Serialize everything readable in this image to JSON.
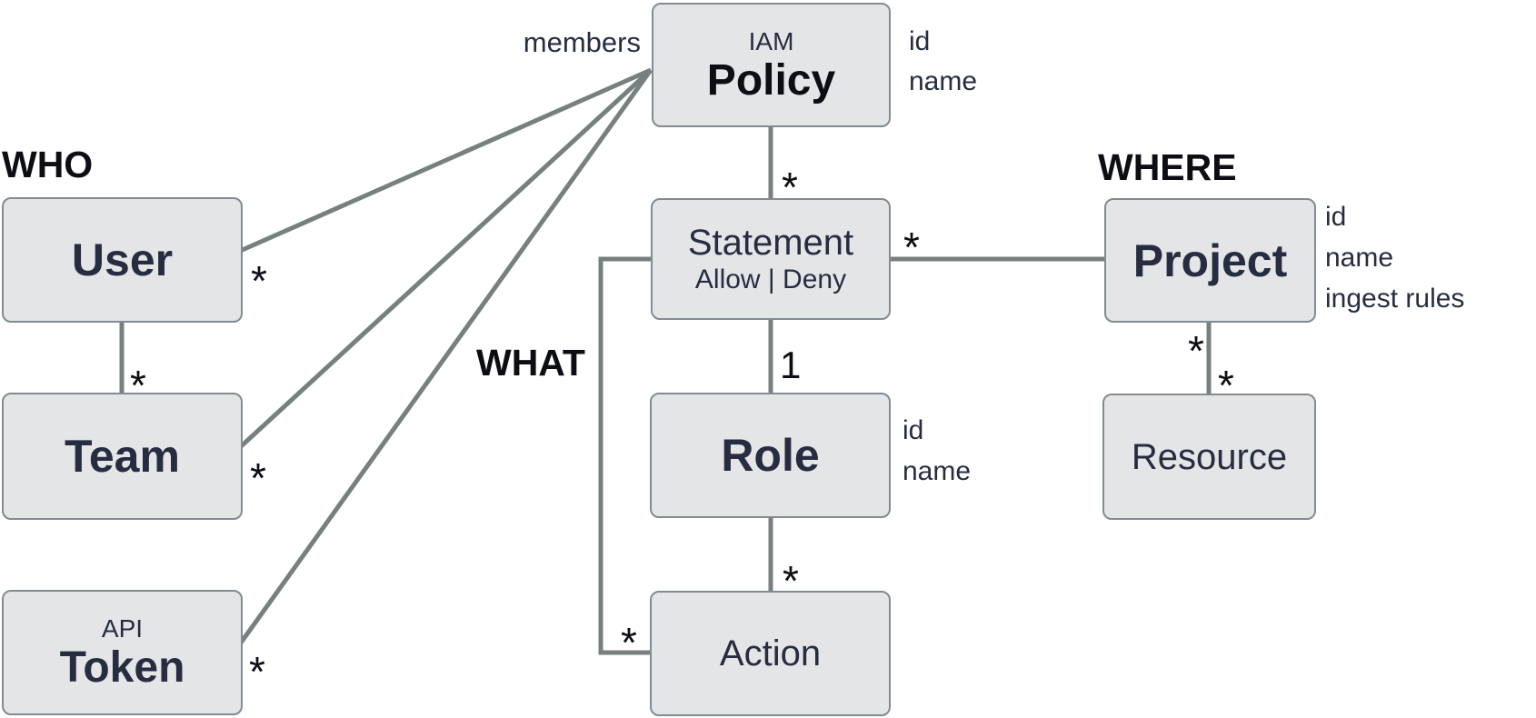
{
  "diagram": {
    "sections": {
      "who": "WHO",
      "what": "WHAT",
      "where": "WHERE"
    },
    "edge_label_members": "members",
    "entities": {
      "policy": {
        "subtitle": "IAM",
        "name": "Policy",
        "attributes": [
          "id",
          "name"
        ]
      },
      "user": {
        "name": "User"
      },
      "team": {
        "name": "Team"
      },
      "token": {
        "subtitle": "API",
        "name": "Token"
      },
      "statement": {
        "name": "Statement",
        "modes": "Allow | Deny"
      },
      "role": {
        "name": "Role",
        "attributes": [
          "id",
          "name"
        ]
      },
      "action": {
        "name": "Action"
      },
      "project": {
        "name": "Project",
        "attributes": [
          "id",
          "name",
          "ingest rules"
        ]
      },
      "resource": {
        "name": "Resource"
      }
    },
    "multiplicities": {
      "user_on_policy_edge": "*",
      "team_on_user_edge": "*",
      "team_on_policy_edge": "*",
      "token_on_policy_edge": "*",
      "statement_on_policy_edge": "*",
      "statement_on_project_edge": "*",
      "role_on_statement_edge": "1",
      "action_on_role_edge": "*",
      "action_on_statement_edge": "*",
      "project_on_resource_edge": "*",
      "resource_on_project_edge": "*"
    },
    "colors": {
      "background": "#ffffff",
      "box_fill": "#e3e5e7",
      "box_border": "#828c90",
      "connector": "#76817f",
      "text_navy": "#272d40",
      "text_black": "#0c0e13"
    }
  }
}
